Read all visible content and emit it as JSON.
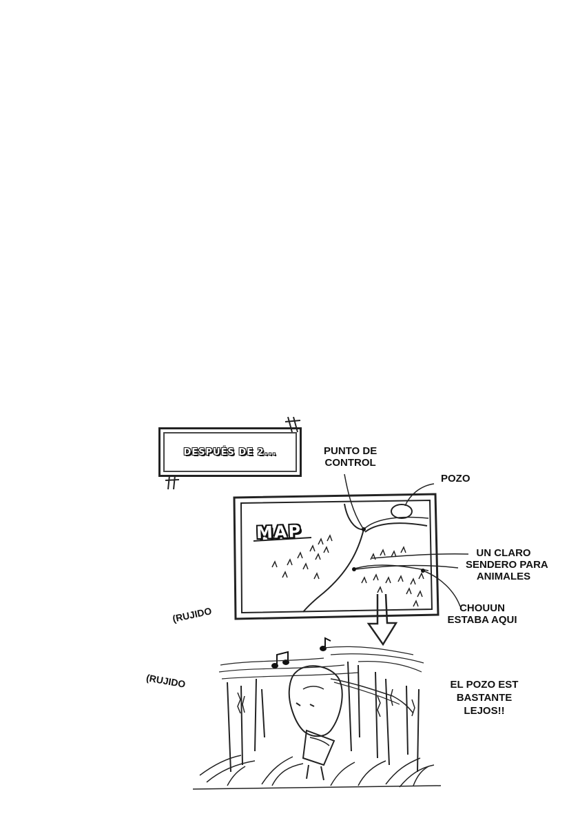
{
  "caption": {
    "text": "DESPUÉS DE 2..."
  },
  "map": {
    "title": "MAP"
  },
  "labels": {
    "control_point": "PUNTO DE\nCONTROL",
    "well": "POZO",
    "clearing_line1": "UN CLARO",
    "clearing_line2": "SENDERO PARA",
    "clearing_line3": "ANIMALES",
    "chouun_line1": "CHOUUN",
    "chouun_line2": "ESTABA AQUI"
  },
  "sfx": {
    "rustle_1": "(RUJIDO",
    "rustle_2": "(RUJIDO"
  },
  "speech": {
    "line1": "EL POZO EST",
    "line2": "BASTANTE",
    "line3": "LEJOS!!"
  }
}
